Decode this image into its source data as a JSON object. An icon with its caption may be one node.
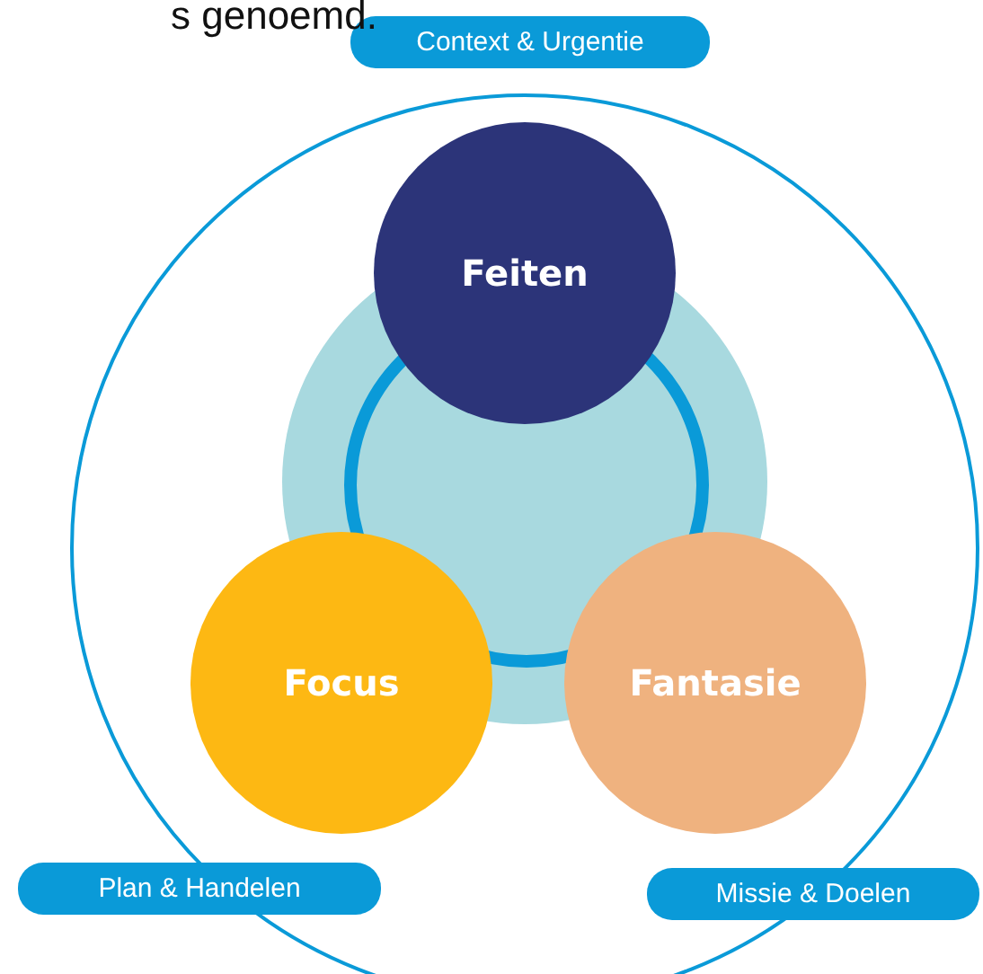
{
  "diagram": {
    "nodes": [
      {
        "text": [
          "Context & Urgentie"
        ]
      },
      {
        "text": [
          "Feiten"
        ]
      },
      {
        "text": [
          "Focus"
        ]
      },
      {
        "text": [
          "Fantasie"
        ]
      },
      {
        "text": [
          "Plan & Handelen"
        ]
      },
      {
        "text": [
          "Missie & Doelen"
        ]
      }
    ],
    "labels": [
      "s genoemd."
    ]
  }
}
